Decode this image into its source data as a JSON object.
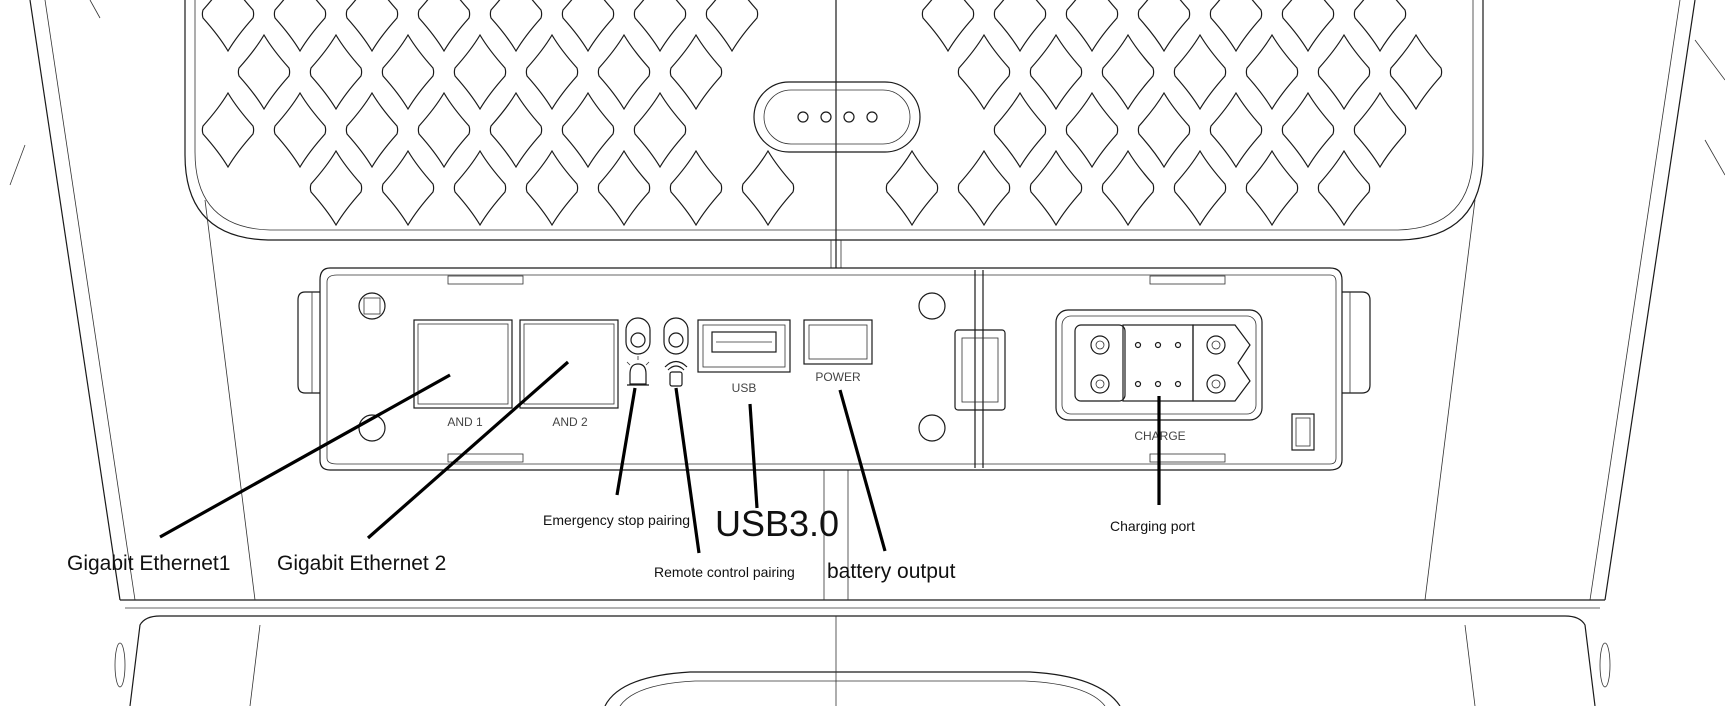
{
  "port_labels": {
    "and1": "AND 1",
    "and2": "AND 2",
    "usb": "USB",
    "power": "POWER",
    "charge": "CHARGE"
  },
  "callouts": {
    "gigabit_ethernet_1": "Gigabit Ethernet1",
    "gigabit_ethernet_2": "Gigabit Ethernet 2",
    "emergency_stop_pairing": "Emergency stop pairing",
    "remote_control_pairing": "Remote control pairing",
    "usb3": "USB3.0",
    "battery_output": "battery output",
    "charging_port": "Charging port"
  },
  "icons": {
    "emergency_stop": "alarm-light-icon",
    "remote_control": "remote-signal-icon"
  },
  "colors": {
    "line": "#1a1a1a",
    "background": "#ffffff"
  }
}
